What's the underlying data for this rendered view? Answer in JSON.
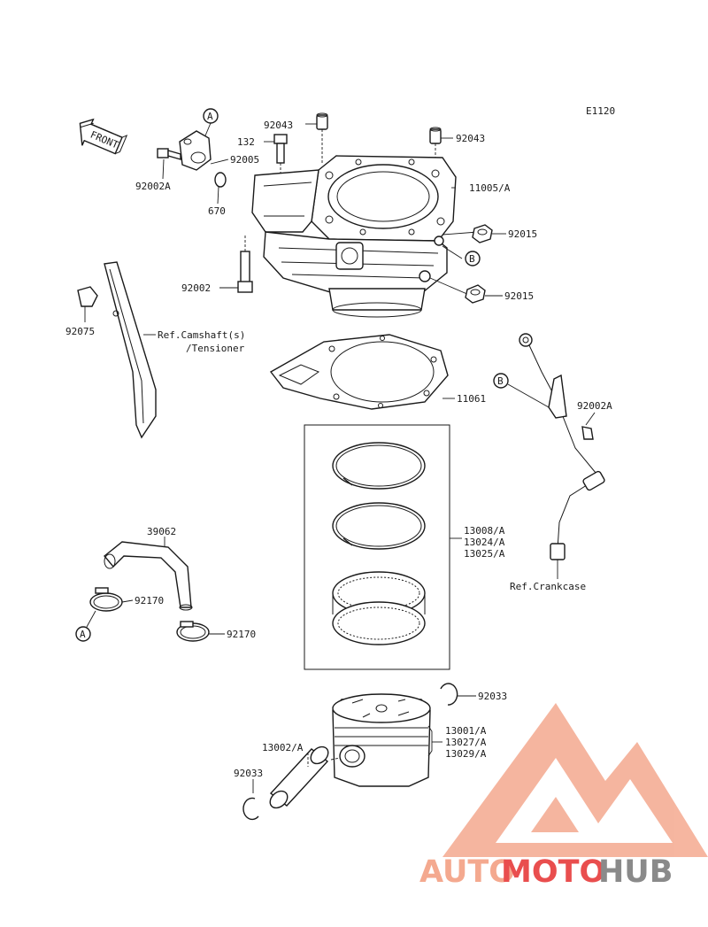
{
  "diagram": {
    "code": "E1120",
    "front_label": "FRONT",
    "callouts": {
      "a": "A",
      "b": "B"
    },
    "parts": {
      "p92043_left": "92043",
      "p92043_right": "92043",
      "p132": "132",
      "p92005": "92005",
      "p92002A_left": "92002A",
      "p670": "670",
      "p11005": "11005/A",
      "p92015_top": "92015",
      "p92015_bottom": "92015",
      "p92002": "92002",
      "p92075": "92075",
      "ref_camshaft_1": "Ref.Camshaft(s)",
      "ref_camshaft_2": "/Tensioner",
      "p11061": "11061",
      "p92002A_right": "92002A",
      "rings_1": "13008/A",
      "rings_2": "13024/A",
      "rings_3": "13025/A",
      "ref_crankcase": "Ref.Crankcase",
      "p39062": "39062",
      "p92170_left": "92170",
      "p92170_right": "92170",
      "p92033_top": "92033",
      "piston_1": "13001/A",
      "piston_2": "13027/A",
      "piston_3": "13029/A",
      "pin": "13002/A",
      "p92033_left": "92033"
    }
  },
  "watermark": {
    "part1": "AUTO",
    "part2": "MOTO",
    "part3": "HUB",
    "color_light": "#f4a98f",
    "color_red": "#e94e4e",
    "color_gray": "#8a8a8a"
  }
}
